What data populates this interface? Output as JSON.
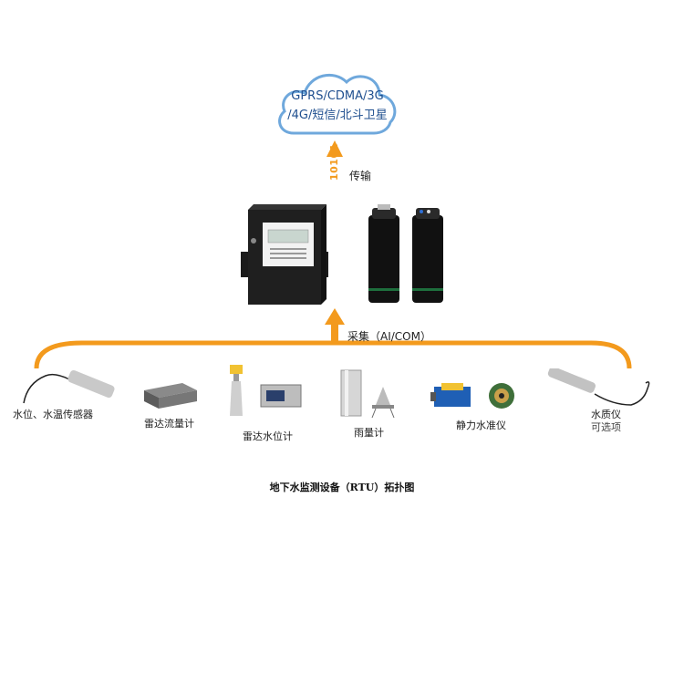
{
  "network": {
    "cloud_line1": "GPRS/CDMA/3G",
    "cloud_line2": "/4G/短信/北斗卫星",
    "bits": "10101",
    "transfer_label": "传输"
  },
  "acquisition": {
    "label": "采集（AI/COM）"
  },
  "sensors": [
    {
      "label": "水位、水温传感器"
    },
    {
      "label": "雷达流量计"
    },
    {
      "label": "雷达水位计"
    },
    {
      "label": "雨量计"
    },
    {
      "label": "静力水准仪"
    },
    {
      "label": "水质仪",
      "sub_label": "可选项"
    }
  ],
  "caption": "地下水监测设备（RTU）拓扑图",
  "colors": {
    "accent": "#f39a1d",
    "cloud_border": "#6fa8dc",
    "cloud_text": "#1f4f8f"
  }
}
